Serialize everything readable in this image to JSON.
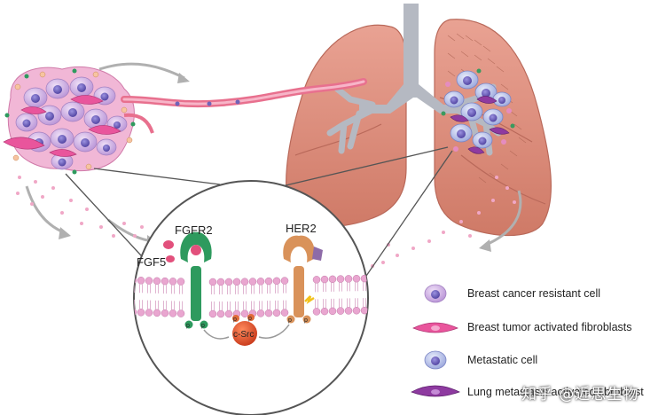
{
  "labels": {
    "fgfr2": "FGFR2",
    "fgf5": "FGF5",
    "her2": "HER2",
    "csrc": "c-Src",
    "p": "p"
  },
  "legend": [
    {
      "label": "Breast cancer resistant cell",
      "icon": "resistant-cell-icon"
    },
    {
      "label": "Breast tumor activated fibroblasts",
      "icon": "fibroblast-icon"
    },
    {
      "label": "Metastatic cell",
      "icon": "metastatic-cell-icon"
    },
    {
      "label": "Lung metastasis activated fibroblast",
      "icon": "lung-fibroblast-icon"
    }
  ],
  "watermark": "知乎 @近思生物",
  "colors": {
    "lung": "#d98a78",
    "lung_dark": "#c46f5c",
    "trachea": "#b8bcc4",
    "tumor_pink": "#e58cc0",
    "cell_purple": "#c9a6de",
    "nucleus_blue": "#6f63b8",
    "fgfr2_green": "#2e9a5e",
    "her2_orange": "#d9925a",
    "csrc_red": "#d9502a",
    "membrane_pink": "#e9a6d0"
  }
}
